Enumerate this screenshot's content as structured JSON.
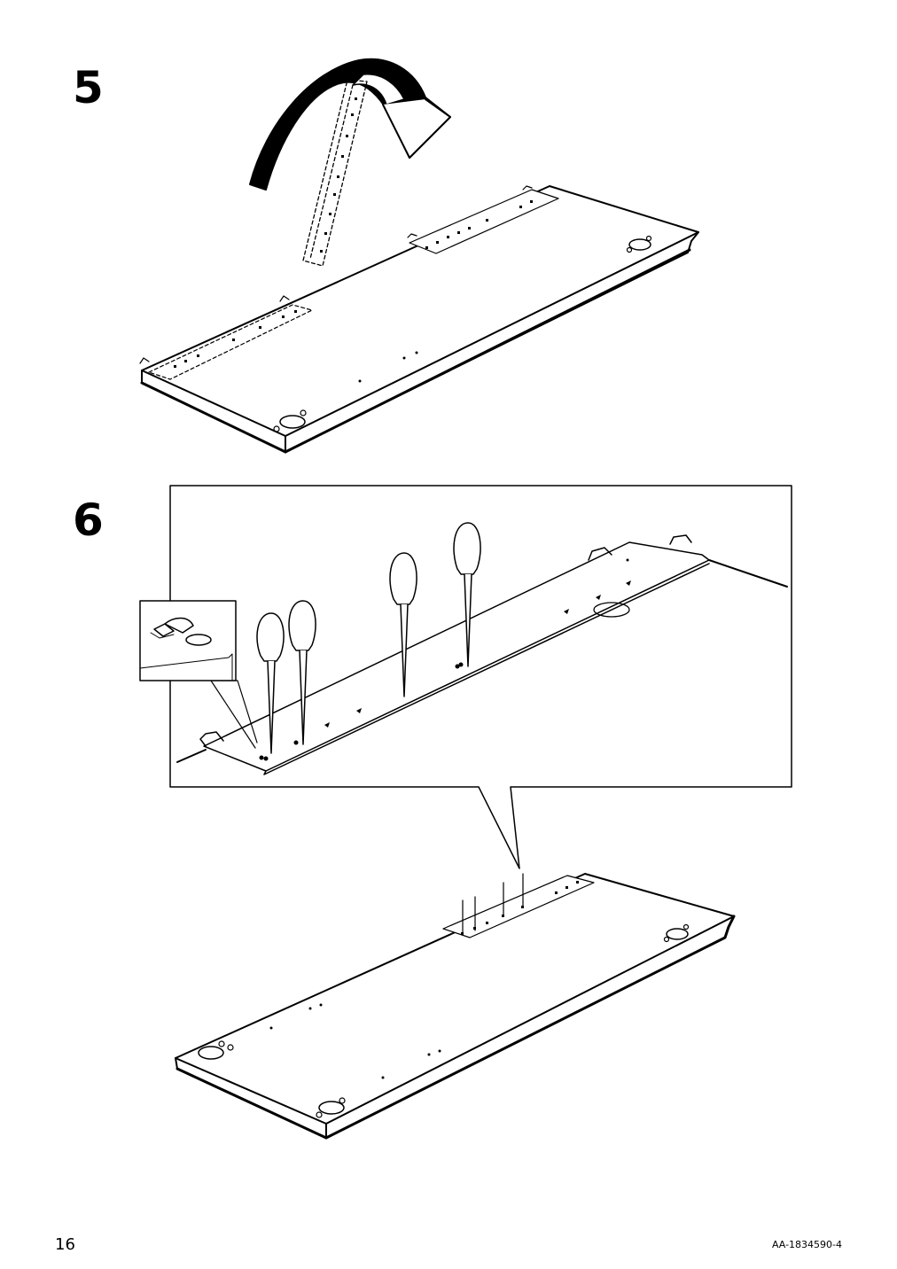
{
  "steps": [
    {
      "number": "5",
      "description_visual": "rotate-rail-down"
    },
    {
      "number": "6",
      "description_visual": "insert-pins-with-tool"
    }
  ],
  "footer": {
    "page_number": "16",
    "document_code": "AA-1834590-4"
  },
  "icons": {
    "rotate_arrow": "curved-arrow-icon",
    "awl": "awl-tool-icon",
    "detail_callout": "magnify-detail-icon"
  },
  "colors": {
    "ink": "#000000",
    "paper": "#ffffff"
  }
}
